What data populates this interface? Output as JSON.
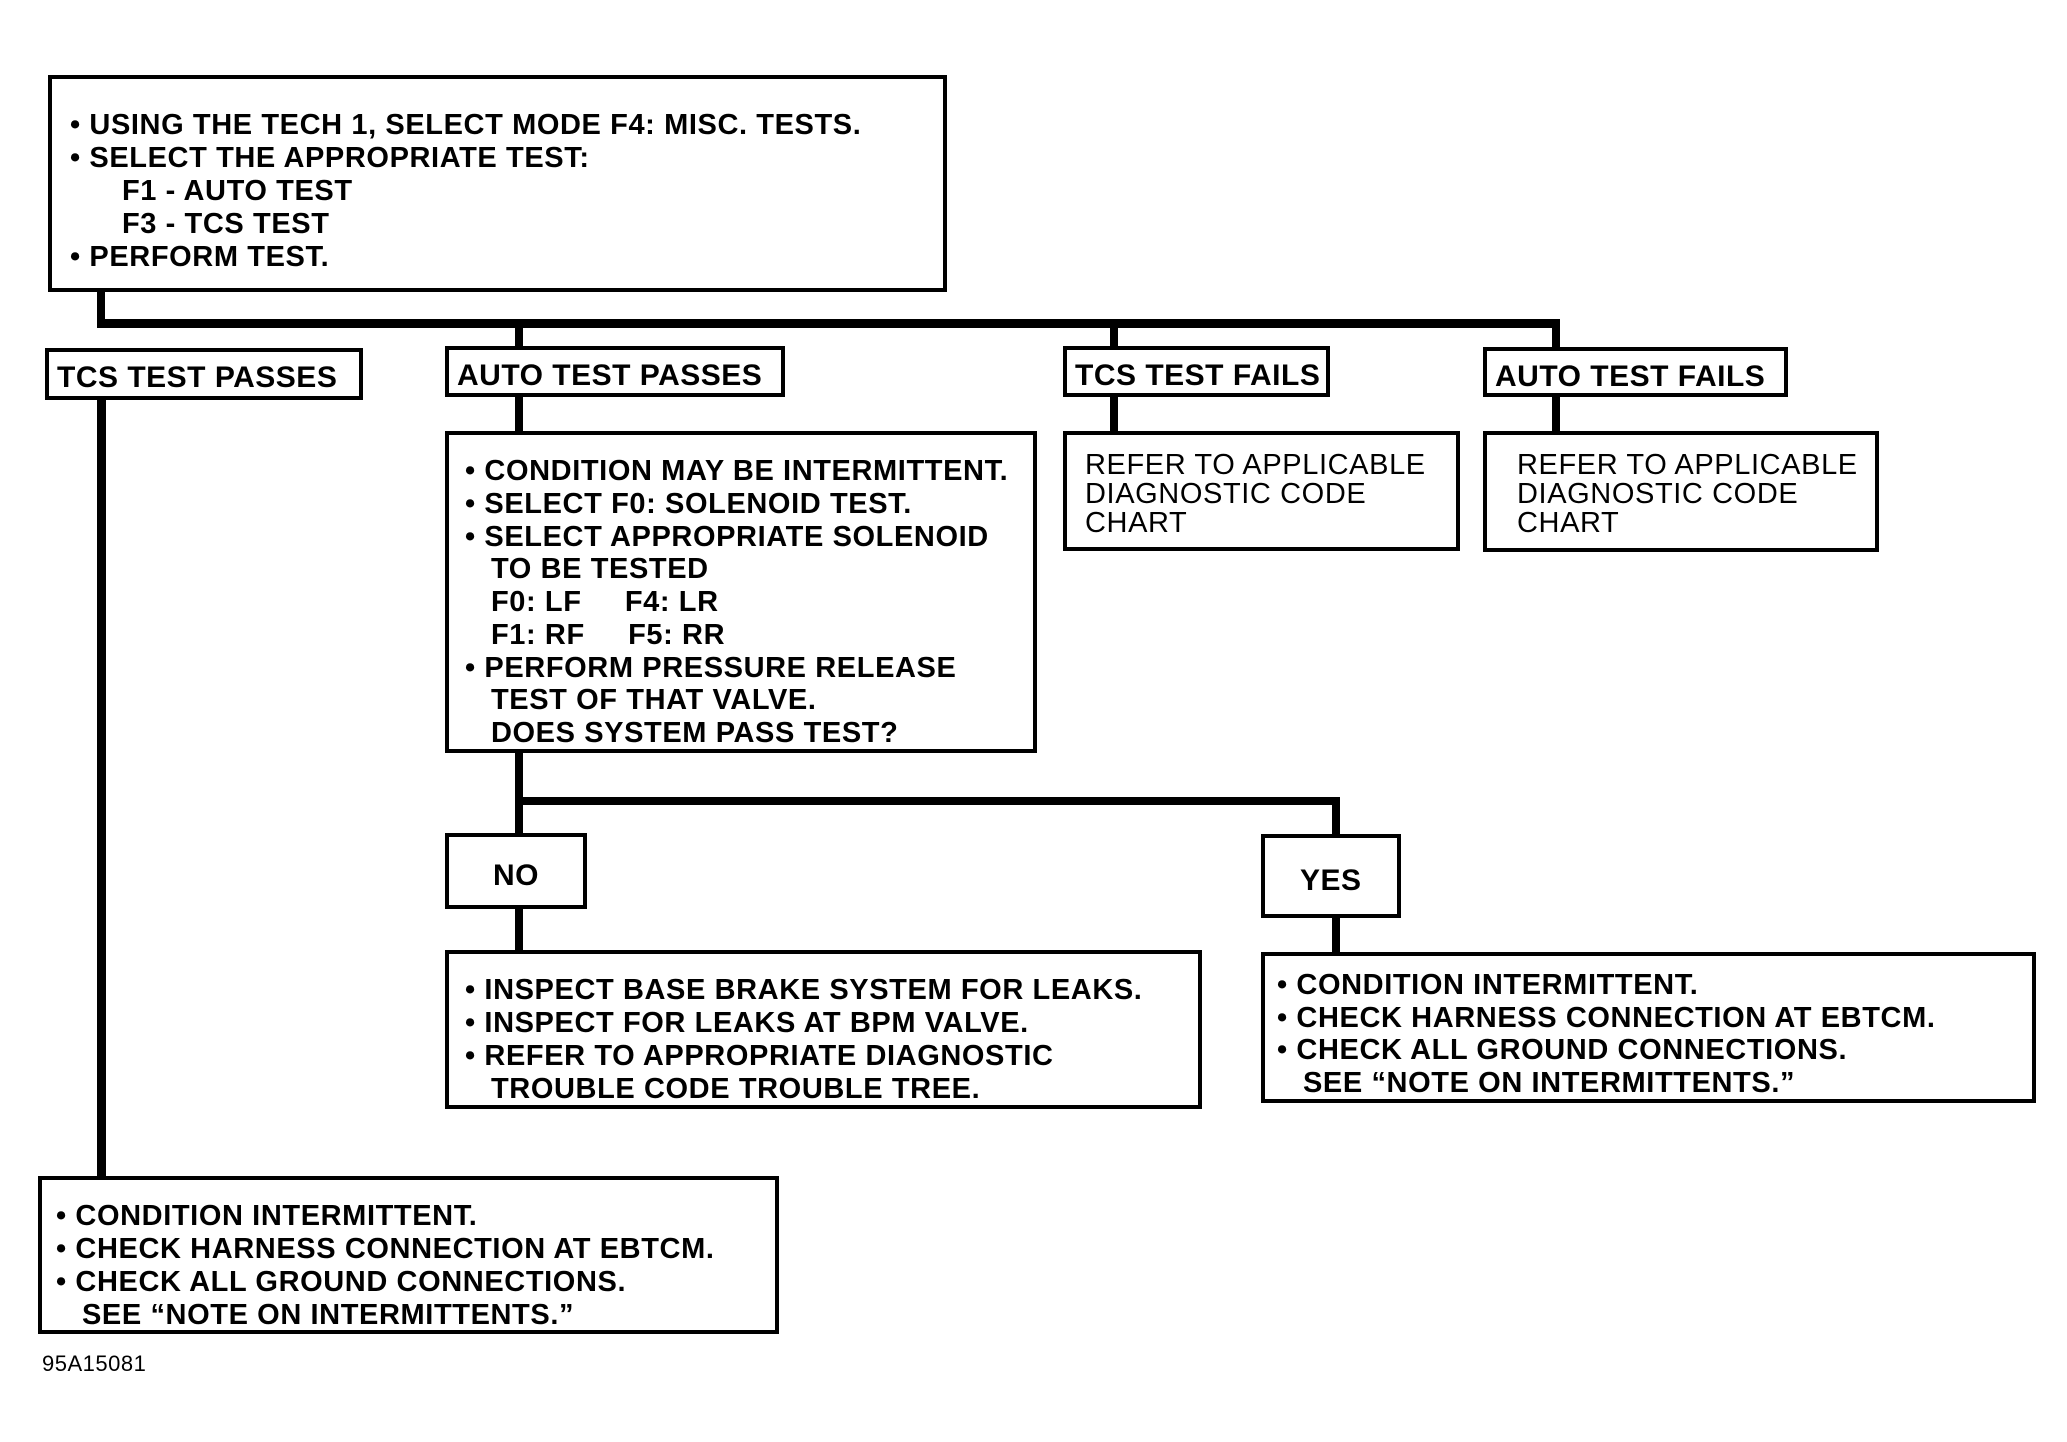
{
  "top_box": {
    "lines": [
      "• USING THE TECH 1, SELECT MODE F4: MISC. TESTS.",
      "• SELECT THE APPROPRIATE TEST:",
      "      F1 - AUTO TEST",
      "      F3 - TCS TEST",
      "• PERFORM TEST."
    ]
  },
  "branches": {
    "tcs_pass": "TCS TEST PASSES",
    "auto_pass": "AUTO TEST PASSES",
    "tcs_fail": "TCS TEST FAILS",
    "auto_fail": "AUTO TEST FAILS"
  },
  "auto_pass_box": {
    "lines": [
      "• CONDITION MAY BE INTERMITTENT.",
      "• SELECT F0: SOLENOID TEST.",
      "• SELECT APPROPRIATE SOLENOID",
      "   TO BE TESTED",
      "   F0: LF     F4: LR",
      "   F1: RF     F5: RR",
      "• PERFORM PRESSURE RELEASE",
      "   TEST OF THAT VALVE.",
      "   DOES SYSTEM PASS TEST?"
    ]
  },
  "tcs_fail_box": {
    "lines": [
      "REFER TO APPLICABLE",
      "DIAGNOSTIC CODE",
      "CHART"
    ]
  },
  "auto_fail_box": {
    "lines": [
      "REFER TO APPLICABLE",
      "DIAGNOSTIC CODE",
      "CHART"
    ]
  },
  "decisions": {
    "no": "NO",
    "yes": "YES"
  },
  "no_box": {
    "lines": [
      "• INSPECT BASE BRAKE SYSTEM FOR LEAKS.",
      "• INSPECT FOR LEAKS AT BPM VALVE.",
      "• REFER TO APPROPRIATE DIAGNOSTIC",
      "   TROUBLE CODE TROUBLE TREE."
    ]
  },
  "yes_box": {
    "lines": [
      "• CONDITION INTERMITTENT.",
      "• CHECK HARNESS CONNECTION AT EBTCM.",
      "• CHECK ALL GROUND CONNECTIONS.",
      "   SEE “NOTE ON INTERMITTENTS.”"
    ]
  },
  "tcs_pass_box": {
    "lines": [
      "• CONDITION INTERMITTENT.",
      "• CHECK HARNESS CONNECTION AT EBTCM.",
      "• CHECK ALL GROUND CONNECTIONS.",
      "   SEE “NOTE ON INTERMITTENTS.”"
    ]
  },
  "figure_id": "95A15081"
}
